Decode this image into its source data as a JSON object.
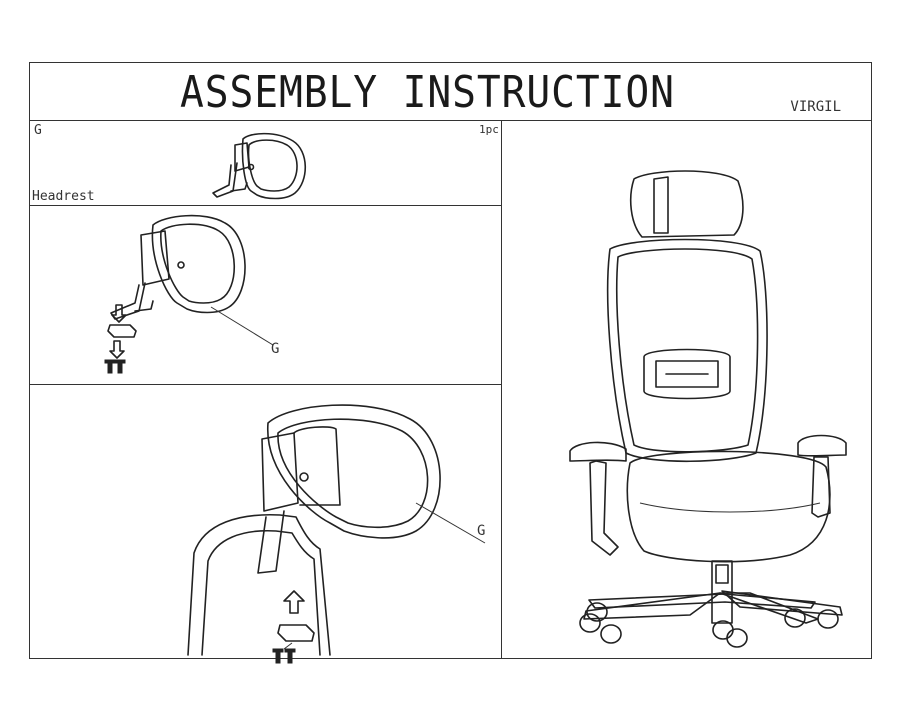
{
  "header": {
    "title": "ASSEMBLY INSTRUCTION",
    "model": "VIRGIL"
  },
  "parts": {
    "part_letter": "G",
    "quantity": "1pc",
    "part_name": "Headrest"
  },
  "callouts": {
    "step1_label": "G",
    "step2_label": "G"
  },
  "icons": {
    "headrest": "headrest-icon",
    "chair": "office-chair-icon",
    "screw": "screw-icon",
    "bracket": "bracket-icon",
    "arrow": "arrow-up-icon"
  }
}
